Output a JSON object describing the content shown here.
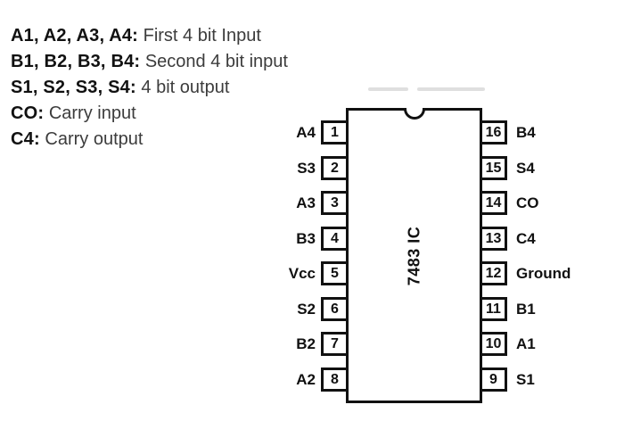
{
  "legend": {
    "items": [
      {
        "term": "A1, A2, A3, A4:",
        "description": "First 4 bit Input"
      },
      {
        "term": "B1, B2, B3, B4:",
        "description": "Second 4 bit input"
      },
      {
        "term": "S1, S2, S3, S4:",
        "description": "4 bit output"
      },
      {
        "term": "CO:",
        "description": "Carry input"
      },
      {
        "term": "C4:",
        "description": "Carry output"
      }
    ]
  },
  "ic": {
    "name": "7483 IC",
    "pins": {
      "left": [
        {
          "number": "1",
          "label": "A4"
        },
        {
          "number": "2",
          "label": "S3"
        },
        {
          "number": "3",
          "label": "A3"
        },
        {
          "number": "4",
          "label": "B3"
        },
        {
          "number": "5",
          "label": "Vcc"
        },
        {
          "number": "6",
          "label": "S2"
        },
        {
          "number": "7",
          "label": "B2"
        },
        {
          "number": "8",
          "label": "A2"
        }
      ],
      "right": [
        {
          "number": "16",
          "label": "B4"
        },
        {
          "number": "15",
          "label": "S4"
        },
        {
          "number": "14",
          "label": "CO"
        },
        {
          "number": "13",
          "label": "C4"
        },
        {
          "number": "12",
          "label": "Ground"
        },
        {
          "number": "11",
          "label": "B1"
        },
        {
          "number": "10",
          "label": "A1"
        },
        {
          "number": "9",
          "label": "S1"
        }
      ]
    }
  },
  "colors": {
    "background": "#ffffff",
    "ink": "#111111",
    "legend_text": "#3c3c3c",
    "watermark": "#d9d9d9"
  }
}
